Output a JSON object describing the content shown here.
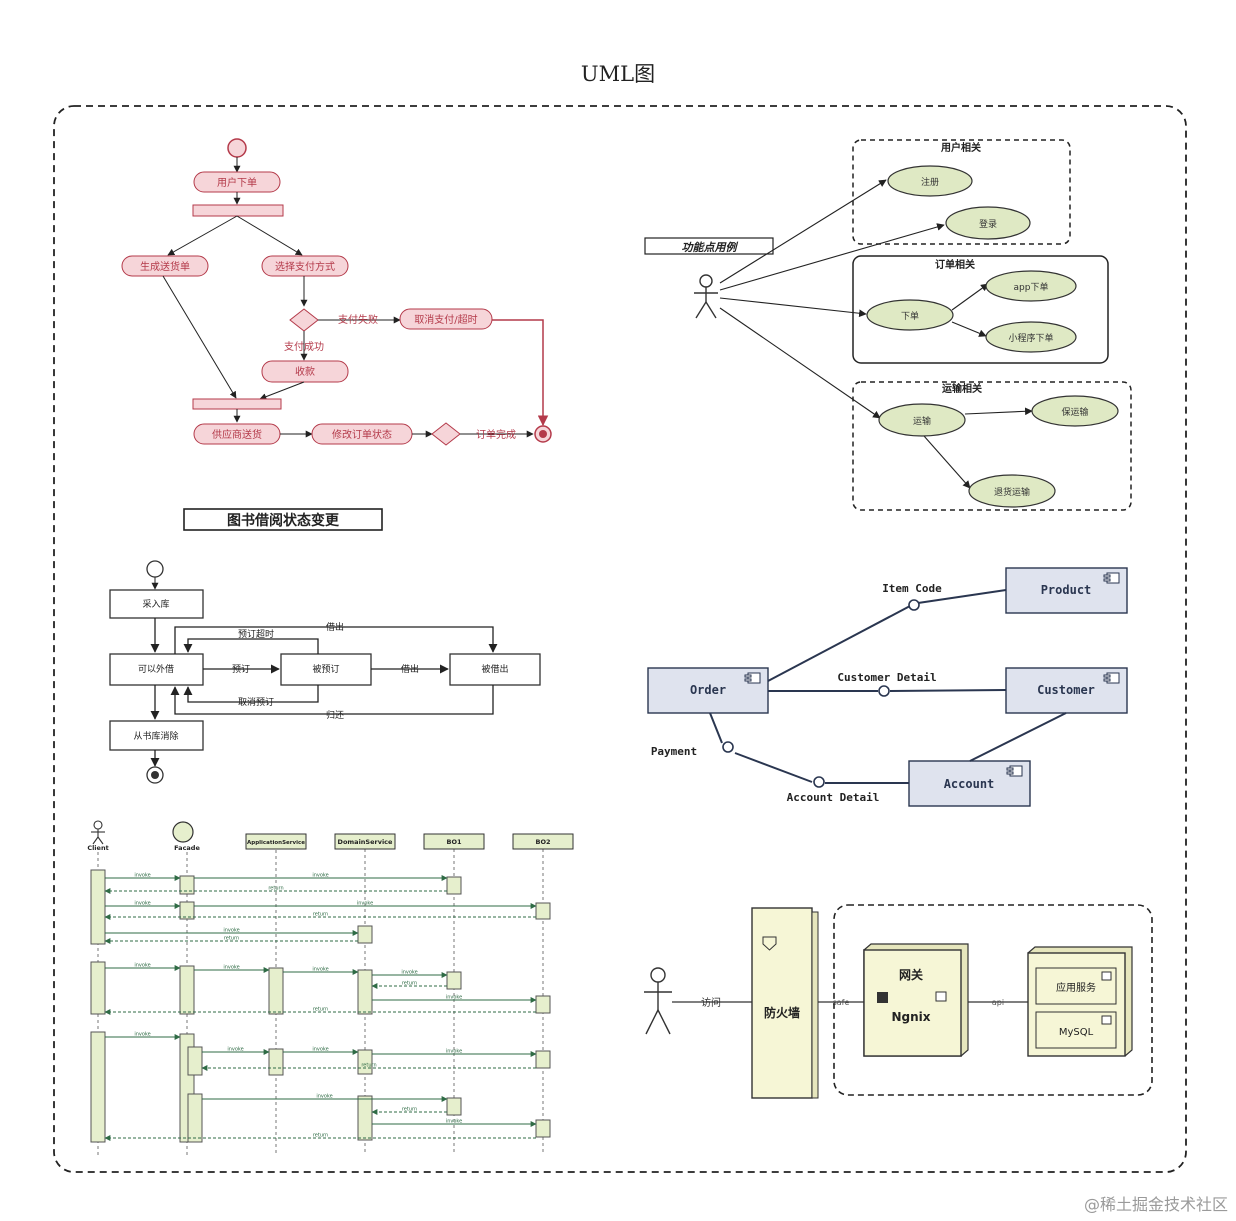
{
  "page": {
    "title": "UML图",
    "watermark": "@稀土掘金技术社区"
  },
  "activity": {
    "user_order": "用户下单",
    "gen_shipping": "生成送货单",
    "choose_payment": "选择支付方式",
    "pay_fail": "支付失败",
    "cancel_pay": "取消支付/超时",
    "pay_success": "支付成功",
    "collect": "收款",
    "supplier_ship": "供应商送货",
    "modify_status": "修改订单状态",
    "order_done": "订单完成"
  },
  "usecase": {
    "actor_label": "功能点用例",
    "group_user": "用户相关",
    "register": "注册",
    "login": "登录",
    "group_order": "订单相关",
    "place_order": "下单",
    "app_order": "app下单",
    "mini_order": "小程序下单",
    "group_ship": "运输相关",
    "transport": "运输",
    "cold_chain": "保运输",
    "return_ship": "退货运输"
  },
  "library": {
    "title": "图书借阅状态变更",
    "enter": "采入库",
    "available": "可以外借",
    "reserved": "被预订",
    "borrowed": "被借出",
    "remove": "从书库消除",
    "reserve_expire": "预订超时",
    "reserve": "预订",
    "cancel_reserve": "取消预订",
    "lend_top": "借出",
    "lend_mid": "借出",
    "return": "归还"
  },
  "component": {
    "order": "Order",
    "product": "Product",
    "customer": "Customer",
    "account": "Account",
    "item_code": "Item Code",
    "customer_detail": "Customer Detail",
    "payment": "Payment",
    "account_detail": "Account Detail"
  },
  "sequence": {
    "client": "Client",
    "facade": "Facade",
    "app_service": "ApplicationService",
    "domain_service": "DomainService",
    "bo1": "BO1",
    "bo2": "BO2",
    "invoke": "invoke",
    "return": "return"
  },
  "deployment": {
    "visit": "访问",
    "firewall": "防火墙",
    "safe": "safe",
    "gateway": "网关",
    "nginx": "Ngnix",
    "api": "api",
    "app_service": "应用服务",
    "mysql": "MySQL"
  },
  "colors": {
    "activity_fill": "#f6d5d9",
    "activity_stroke": "#b43a4a",
    "usecase_fill": "#dfe9c4",
    "component_fill": "#dfe3ee",
    "component_stroke": "#2a3650",
    "sequence_fill": "#e6efcd",
    "sequence_arrow": "#2f6b45",
    "deploy_fill": "#f6f6d6"
  }
}
